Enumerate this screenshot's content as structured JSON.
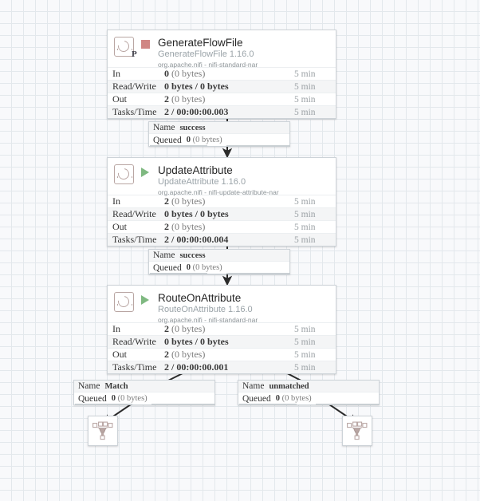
{
  "canvas": {
    "background_color": "#f8f9fb",
    "grid_color": "#e3e8ec",
    "grid_size": 15
  },
  "colors": {
    "stopped": "#d08684",
    "running": "#7fb981",
    "node_border": "#cdd3d8",
    "icon": "#b9a6a3",
    "muted_text": "#9aa3a8"
  },
  "processors": [
    {
      "name": "GenerateFlowFile",
      "type": "GenerateFlowFile 1.16.0",
      "bundle": "org.apache.nifi - nifi-standard-nar",
      "state": "stopped",
      "icon": "processor-icon",
      "icon_letter": "P",
      "stats": [
        {
          "label": "In",
          "value": "0",
          "detail": "(0 bytes)",
          "time": "5 min"
        },
        {
          "label": "Read/Write",
          "value": "0 bytes / 0 bytes",
          "detail": "",
          "time": "5 min"
        },
        {
          "label": "Out",
          "value": "2",
          "detail": "(0 bytes)",
          "time": "5 min"
        },
        {
          "label": "Tasks/Time",
          "value": "2 / 00:00:00.003",
          "detail": "",
          "time": "5 min"
        }
      ]
    },
    {
      "name": "UpdateAttribute",
      "type": "UpdateAttribute 1.16.0",
      "bundle": "org.apache.nifi - nifi-update-attribute-nar",
      "state": "running",
      "icon": "processor-icon",
      "icon_letter": "",
      "stats": [
        {
          "label": "In",
          "value": "2",
          "detail": "(0 bytes)",
          "time": "5 min"
        },
        {
          "label": "Read/Write",
          "value": "0 bytes / 0 bytes",
          "detail": "",
          "time": "5 min"
        },
        {
          "label": "Out",
          "value": "2",
          "detail": "(0 bytes)",
          "time": "5 min"
        },
        {
          "label": "Tasks/Time",
          "value": "2 / 00:00:00.004",
          "detail": "",
          "time": "5 min"
        }
      ]
    },
    {
      "name": "RouteOnAttribute",
      "type": "RouteOnAttribute 1.16.0",
      "bundle": "org.apache.nifi - nifi-standard-nar",
      "state": "running",
      "icon": "processor-icon",
      "icon_letter": "",
      "stats": [
        {
          "label": "In",
          "value": "2",
          "detail": "(0 bytes)",
          "time": "5 min"
        },
        {
          "label": "Read/Write",
          "value": "0 bytes / 0 bytes",
          "detail": "",
          "time": "5 min"
        },
        {
          "label": "Out",
          "value": "2",
          "detail": "(0 bytes)",
          "time": "5 min"
        },
        {
          "label": "Tasks/Time",
          "value": "2 / 00:00:00.001",
          "detail": "",
          "time": "5 min"
        }
      ]
    }
  ],
  "connections": [
    {
      "name_key": "Name",
      "name_value": "success",
      "queued_key": "Queued",
      "queued_value": "0",
      "queued_detail": "(0 bytes)"
    },
    {
      "name_key": "Name",
      "name_value": "success",
      "queued_key": "Queued",
      "queued_value": "0",
      "queued_detail": "(0 bytes)"
    },
    {
      "name_key": "Name",
      "name_value": "Match",
      "queued_key": "Queued",
      "queued_value": "0",
      "queued_detail": "(0 bytes)"
    },
    {
      "name_key": "Name",
      "name_value": "unmatched",
      "queued_key": "Queued",
      "queued_value": "0",
      "queued_detail": "(0 bytes)"
    }
  ],
  "funnels": [
    {
      "icon": "funnel-icon"
    },
    {
      "icon": "funnel-icon"
    }
  ]
}
